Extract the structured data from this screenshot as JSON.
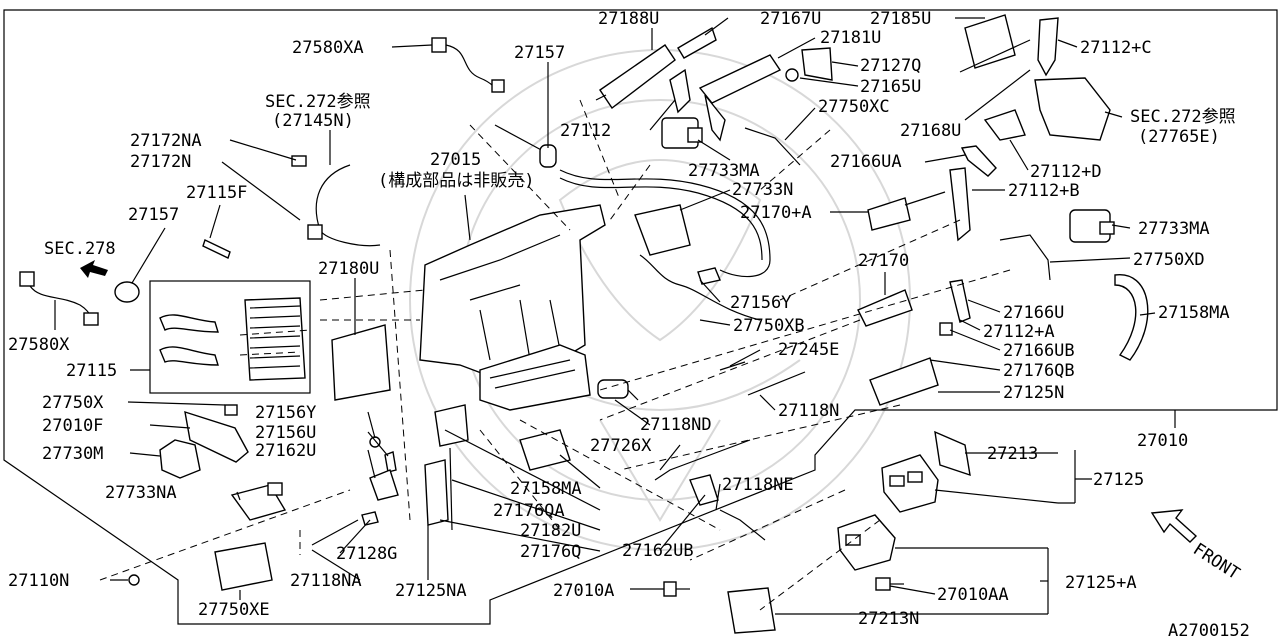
{
  "labels": {
    "p27188U": "27188U",
    "p27167U": "27167U",
    "p27185U": "27185U",
    "p27580XA": "27580XA",
    "p27157a": "27157",
    "p27181U": "27181U",
    "p27112C": "27112+C",
    "p27127Q": "27127Q",
    "p27165U": "27165U",
    "p27750XC": "27750XC",
    "p27112": "27112",
    "sec272a1": "SEC.272参照",
    "sec272a2": "(27145N)",
    "p27168U": "27168U",
    "sec272b1": "SEC.272参照",
    "sec272b2": "(27765E)",
    "p27172NA": "27172NA",
    "p27733MAa": "27733MA",
    "p27166UA": "27166UA",
    "p27112D": "27112+D",
    "p27172N": "27172N",
    "p27015": "27015",
    "p27015note": "(構成部品は非販売)",
    "p27733N": "27733N",
    "p27112B": "27112+B",
    "p27115F": "27115F",
    "p27170A": "27170+A",
    "p27157b": "27157",
    "p27733MAb": "27733MA",
    "sec278": "SEC.278",
    "p27180U": "27180U",
    "p27170": "27170",
    "p27750XD": "27750XD",
    "p27156Ya": "27156Y",
    "p27580X": "27580X",
    "p27166U": "27166U",
    "p27158MAa": "27158MA",
    "p27750XB": "27750XB",
    "p27112A": "27112+A",
    "p27245E": "27245E",
    "p27166UB": "27166UB",
    "p27115": "27115",
    "p27176QB": "27176QB",
    "p27125N": "27125N",
    "p27750X": "27750X",
    "p27118N": "27118N",
    "p27010F": "27010F",
    "p27156Yb": "27156Y",
    "p27118ND": "27118ND",
    "p27010": "27010",
    "p27156U": "27156U",
    "p27730M": "27730M",
    "p27162U": "27162U",
    "p27726X": "27726X",
    "p27213a": "27213",
    "p27125": "27125",
    "p27733NA": "27733NA",
    "p27158MAb": "27158MA",
    "p27118NE": "27118NE",
    "p27176QA": "27176QA",
    "p27182U": "27182U",
    "p27128G": "27128G",
    "p27162UB": "27162UB",
    "p27176Q": "27176Q",
    "p27110N": "27110N",
    "p27118NA": "27118NA",
    "p27125NA": "27125NA",
    "p27010A": "27010A",
    "p27010AA": "27010AA",
    "p27125A": "27125+A",
    "p27750XE": "27750XE",
    "p27213N": "27213N",
    "front": "FRONT",
    "code": "A2700152"
  }
}
